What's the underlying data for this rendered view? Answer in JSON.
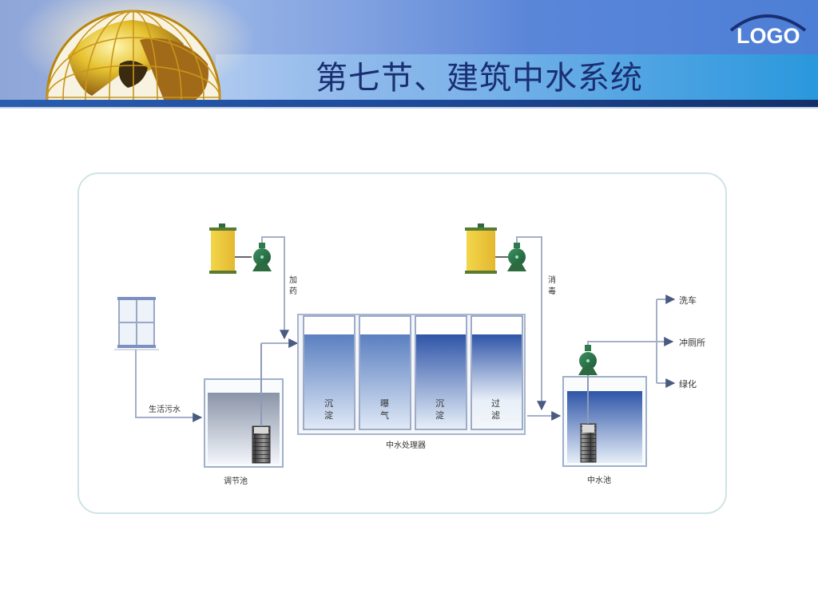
{
  "slide": {
    "title": "第七节、建筑中水系统",
    "logo": "LOGO"
  },
  "diagram": {
    "labels": {
      "dosing": "加药",
      "dosing_chars": [
        "加",
        "药"
      ],
      "disinfection": "消毒",
      "disinfection_chars": [
        "消",
        "毒"
      ],
      "domestic_sewage": "生活污水",
      "equalization_tank": "调节池",
      "treatment_unit": "中水处理器",
      "reclaimed_water_tank": "中水池"
    },
    "treatment_stages": [
      {
        "label": "沉淀",
        "chars": [
          "沉",
          "淀"
        ]
      },
      {
        "label": "曝气",
        "chars": [
          "曝",
          "气"
        ]
      },
      {
        "label": "沉淀",
        "chars": [
          "沉",
          "淀"
        ]
      },
      {
        "label": "过滤",
        "chars": [
          "过",
          "滤"
        ]
      }
    ],
    "outputs": [
      {
        "label": "洗车"
      },
      {
        "label": "冲厕所"
      },
      {
        "label": "绿化"
      }
    ],
    "colors": {
      "water_blue": "#3f66b0",
      "chemical_tank_yellow": "#e8c23a",
      "pump_green": "#2e7a4a",
      "pipe_gray": "#8c9bb8",
      "title_navy": "#1a2f72"
    }
  }
}
